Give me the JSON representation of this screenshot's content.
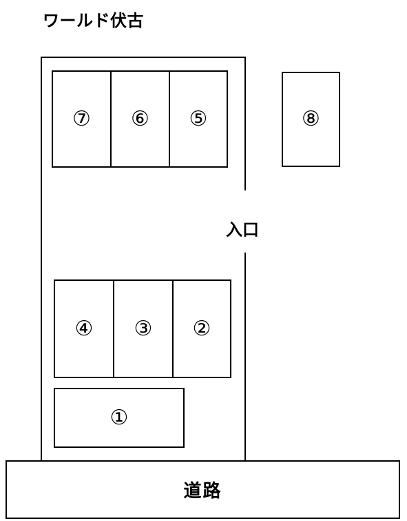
{
  "title": "ワールド伏古",
  "entrance_label": "入口",
  "road_label": "道路",
  "spaces": {
    "s1": "①",
    "s2": "②",
    "s3": "③",
    "s4": "④",
    "s5": "⑤",
    "s6": "⑥",
    "s7": "⑦",
    "s8": "⑧"
  }
}
